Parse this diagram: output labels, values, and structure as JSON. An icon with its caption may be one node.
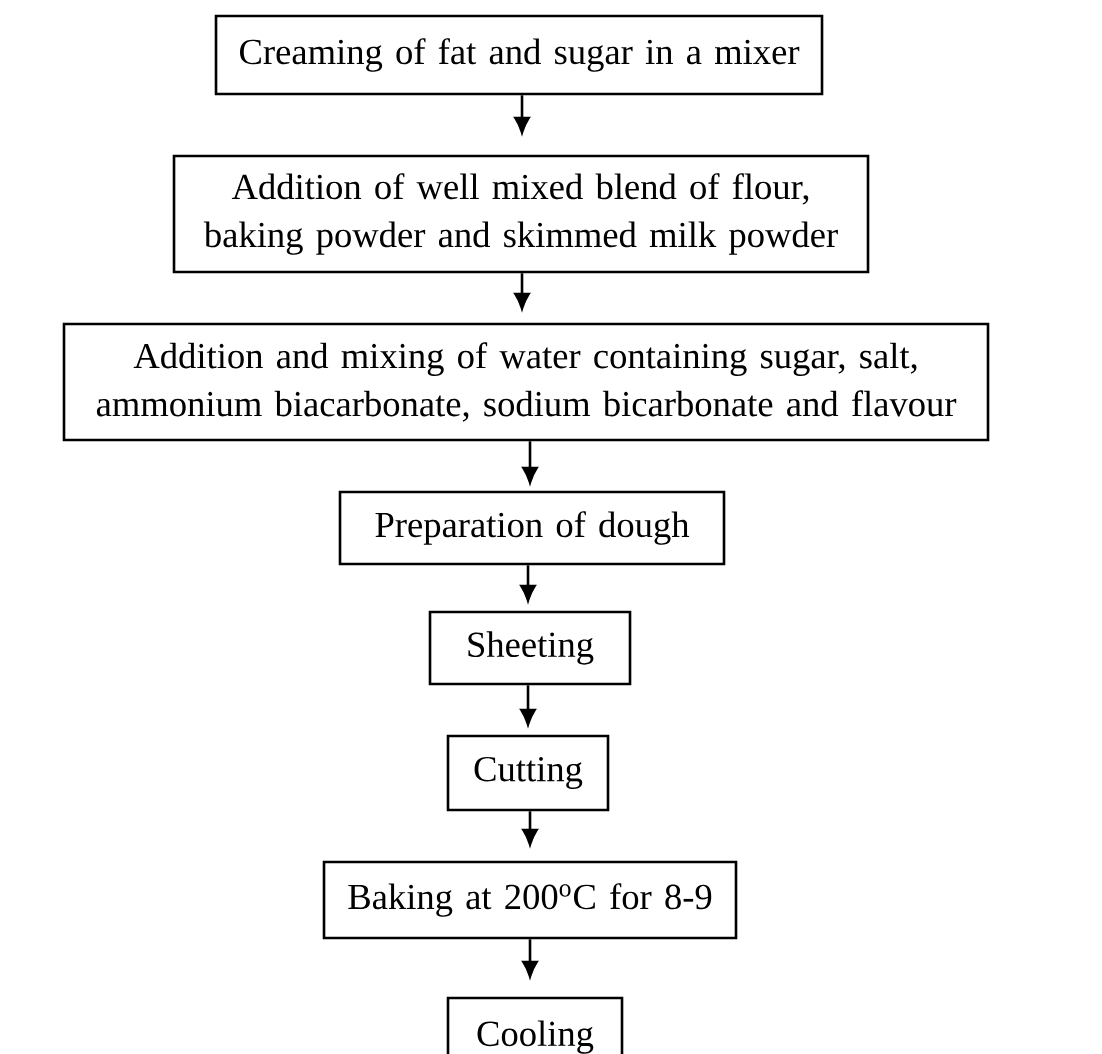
{
  "diagram": {
    "nodes": [
      {
        "text": [
          "Creaming of fat and sugar in a mixer"
        ]
      },
      {
        "text": [
          "Addition of well mixed blend of flour, baking powder and skimmed milk powder"
        ]
      },
      {
        "text": [
          "Addition and mixing of water containing sugar, salt, ammonium biacarbonate, sodium bicarbonate and flavour"
        ]
      },
      {
        "text": [
          "Preparation of dough"
        ]
      },
      {
        "text": [
          "Sheeting"
        ]
      },
      {
        "text": [
          "Cutting"
        ]
      },
      {
        "text": [
          "Baking at 200$^{o}$C for 8-9"
        ]
      },
      {
        "text": [
          "Cooling"
        ]
      }
    ],
    "edges": [
      {
        "from": 0,
        "to": 1,
        "arrow": "to"
      },
      {
        "from": 1,
        "to": 2,
        "arrow": "to"
      },
      {
        "from": 2,
        "to": 3,
        "arrow": "to"
      },
      {
        "from": 3,
        "to": 4,
        "arrow": "to"
      },
      {
        "from": 4,
        "to": 5,
        "arrow": "to"
      },
      {
        "from": 5,
        "to": 6,
        "arrow": "to"
      },
      {
        "from": 6,
        "to": 7,
        "arrow": "to"
      }
    ]
  }
}
